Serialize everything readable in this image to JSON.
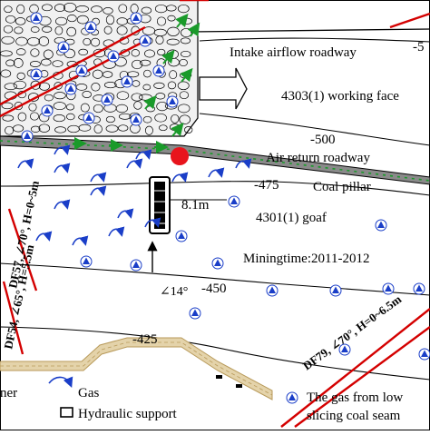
{
  "labels": {
    "intake": "Intake airflow roadway",
    "working_face": "4303(1) working face",
    "contour_500": "-500",
    "air_return": "Air return roadway",
    "contour_475": "-475",
    "coal_pillar": "Coal pillar",
    "distance": "8.1m",
    "goaf": "4301(1) goaf",
    "mining_time": "Miningtime:2011-2012",
    "contour_450": "-450",
    "angle": "∠14°",
    "contour_425": "-425",
    "top_contour": "-5",
    "fault_df57": "DF57, ∠70°, H=0~5m",
    "fault_df54": "DF54, ∠65°, H=5.5m",
    "fault_df79": "DF79, ∠70°, H=0~6.5m"
  },
  "legend": {
    "partial_left": "ner",
    "gas": "Gas",
    "hydraulic_support": "Hydraulic support",
    "lower_gas_line1": "The gas from low",
    "lower_gas_line2": "slicing coal seam"
  },
  "colors": {
    "fault": "#d40000",
    "arrow_blue": "#1a3ec8",
    "arrow_green": "#1a9a2a",
    "roadway_gray": "#7a7a7a",
    "tunnel_tan": "#d9c49a",
    "source_red": "#e8141c"
  },
  "icons": {
    "gas_flow": "curved-blue-arrow-icon",
    "gas_source": "blue-triangle-circle-icon",
    "support": "hydraulic-support-icon",
    "tunnel": "roadway-tunnel-icon"
  }
}
